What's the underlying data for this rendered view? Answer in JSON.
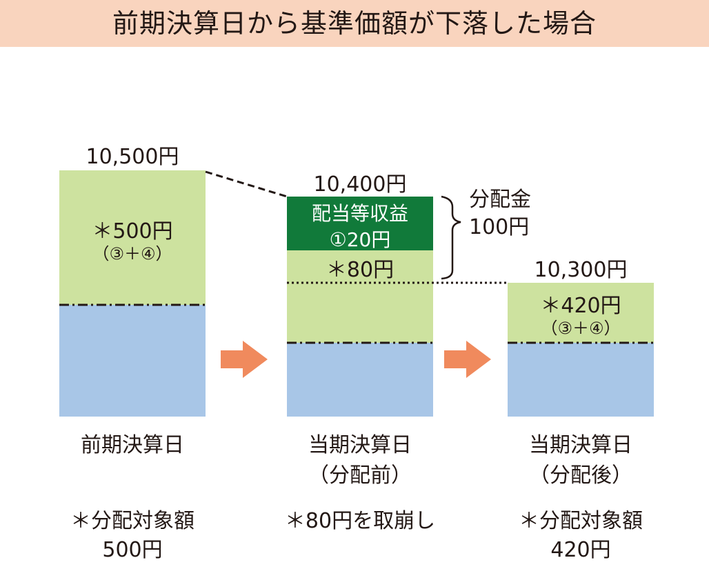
{
  "title": "前期決算日から基準価額が下落した場合",
  "colors": {
    "title_bg": "#f9d4be",
    "light_green": "#cde29f",
    "dark_green": "#117a3a",
    "blue": "#a8c6e7",
    "arrow": "#f08a5d"
  },
  "col1": {
    "price": "10,500円",
    "amount": "＊500円",
    "sub": "（③＋④）",
    "label": "前期決算日",
    "note1": "＊分配対象額",
    "note2": "500円"
  },
  "col2": {
    "price": "10,400円",
    "dividend_income": "配当等収益",
    "dividend_amount": "①20円",
    "amount": "＊80円",
    "label1": "当期決算日",
    "label2": "（分配前）",
    "note": "＊80円を取崩し"
  },
  "distribution": {
    "label": "分配金",
    "amount": "100円"
  },
  "col3": {
    "price": "10,300円",
    "amount": "＊420円",
    "sub": "（③＋④）",
    "label1": "当期決算日",
    "label2": "（分配後）",
    "note1": "＊分配対象額",
    "note2": "420円"
  }
}
